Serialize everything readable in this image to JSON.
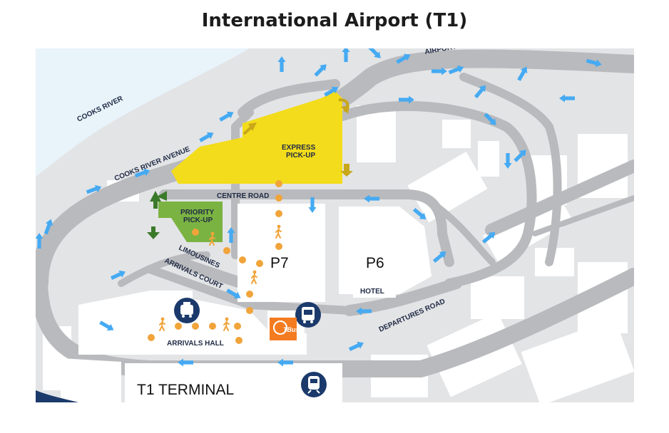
{
  "title": "International Airport (T1)",
  "labels": {
    "river": "COOKS RIVER",
    "avenue": "COOKS RIVER AVENUE",
    "airport_drive": "AIRPORT DR",
    "express": "EXPRESS",
    "pickup": "PICK-UP",
    "centre_road": "CENTRE ROAD",
    "priority": "PRIORITY",
    "limousines": "LIMOUSINES",
    "arrivals_court": "ARRIVALS COURT",
    "p7": "P7",
    "p6": "P6",
    "hotel": "HOTEL",
    "departures_road": "DEPARTURES ROAD",
    "arrivals_hall": "ARRIVALS HALL",
    "terminal": "T1 TERMINAL",
    "tbus": "TBus"
  },
  "icons": [
    "taxi-icon",
    "bus-icon",
    "train-icon",
    "walking-person-icon",
    "direction-arrow-icon"
  ],
  "colors": {
    "background": "#e3e4e6",
    "road": "#b9babd",
    "building": "#ffffff",
    "water": "#e8f3fa",
    "express_zone": "#f3dc1b",
    "priority_zone": "#7bb342",
    "walkway": "#f0a43a",
    "arrows": "#45aaf2",
    "icon_circle": "#1b3a6b",
    "tbus": "#f47c20"
  }
}
